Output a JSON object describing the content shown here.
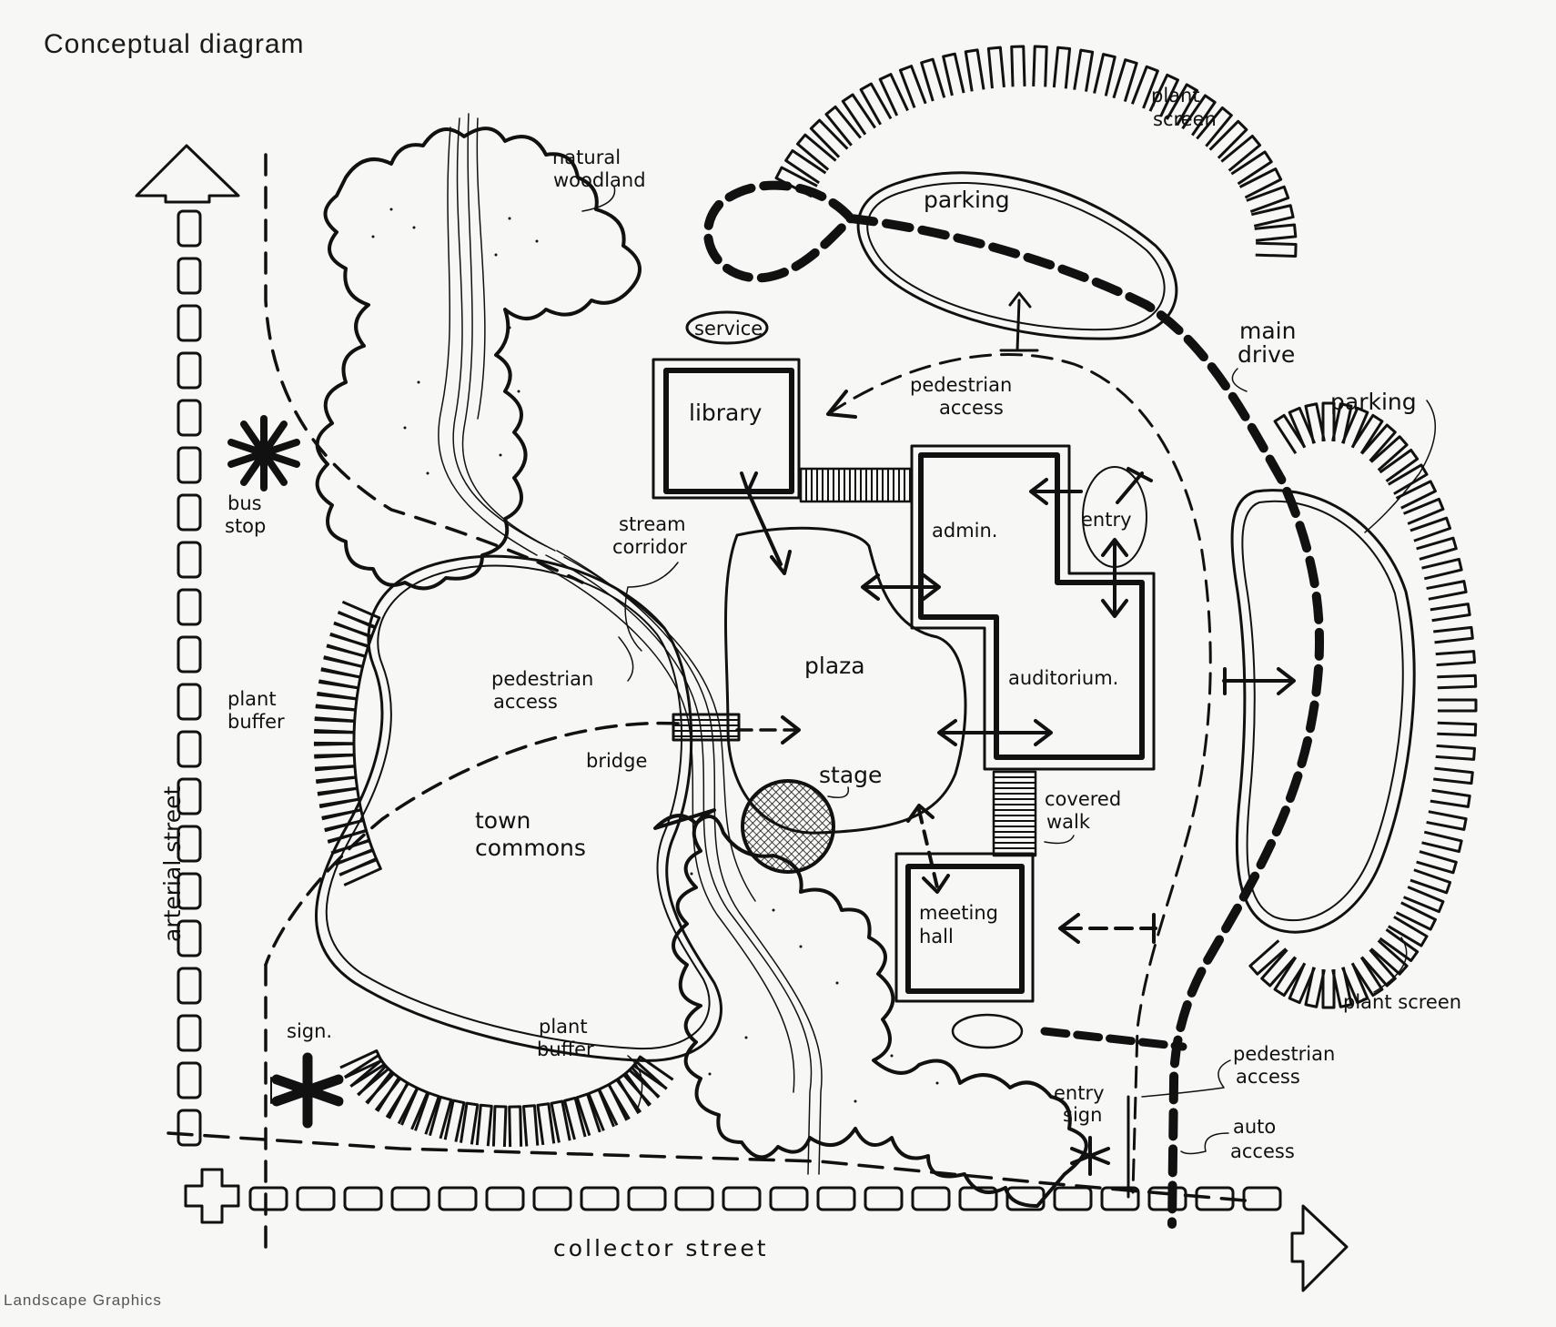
{
  "title": "Conceptual diagram",
  "footer": "Landscape Graphics",
  "labels": {
    "natural_woodland_1": "natural",
    "natural_woodland_2": "woodland",
    "plant_screen_top_1": "plant",
    "plant_screen_top_2": "screen",
    "parking_top": "parking",
    "service": "service",
    "library": "library",
    "pedestrian_access_top_1": "pedestrian",
    "pedestrian_access_top_2": "access",
    "main_drive_1": "main",
    "main_drive_2": "drive",
    "parking_right": "parking",
    "bus_stop_1": "bus",
    "bus_stop_2": "stop",
    "stream_corridor_1": "stream",
    "stream_corridor_2": "corridor",
    "admin": "admin.",
    "entry": "entry",
    "plaza": "plaza",
    "auditorium": "auditorium.",
    "pedestrian_access_left_1": "pedestrian",
    "pedestrian_access_left_2": "access",
    "plant_buffer_left_1": "plant",
    "plant_buffer_left_2": "buffer",
    "bridge": "bridge",
    "stage": "stage",
    "covered_walk_1": "covered",
    "covered_walk_2": "walk",
    "town_commons_1": "town",
    "town_commons_2": "commons",
    "meeting_hall_1": "meeting",
    "meeting_hall_2": "hall",
    "arterial_street": "arterial street",
    "sign": "sign.",
    "plant_buffer_bottom_1": "plant",
    "plant_buffer_bottom_2": "buffer",
    "plant_screen_right": "plant screen",
    "pedestrian_access_br_1": "pedestrian",
    "pedestrian_access_br_2": "access",
    "entry_sign_1": "entry",
    "entry_sign_2": "sign",
    "auto_access_1": "auto",
    "auto_access_2": "access",
    "collector_street": "collector street"
  }
}
